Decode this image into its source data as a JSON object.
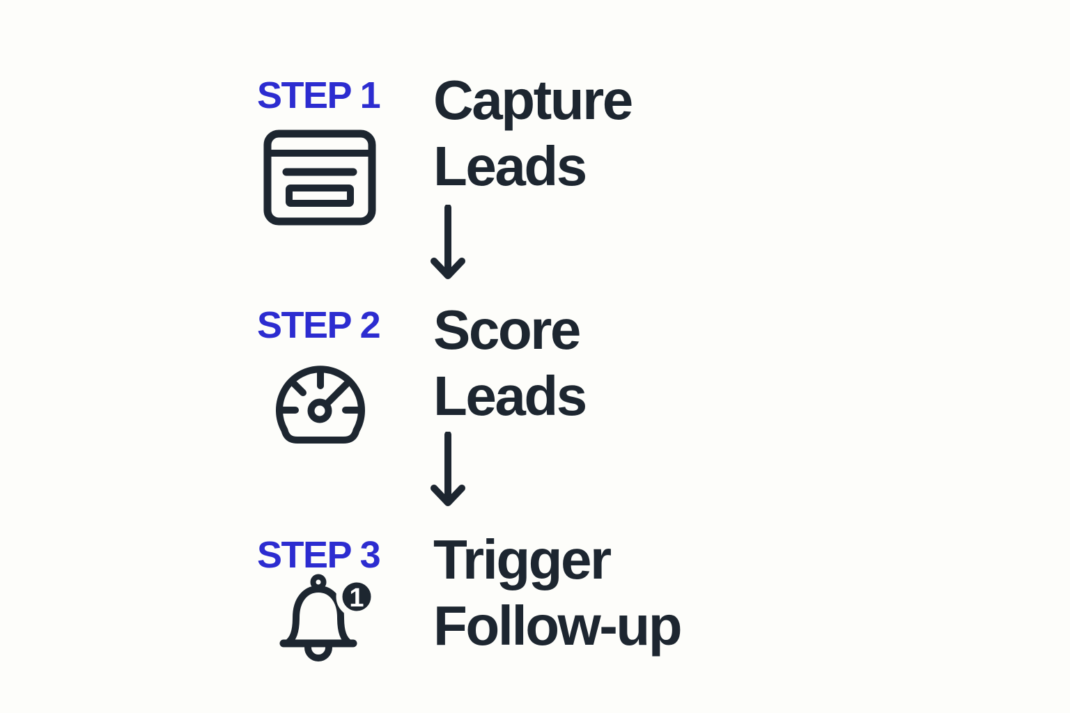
{
  "canvas": {
    "background": "#fdfdfa"
  },
  "colors": {
    "accent": "#2c2cd0",
    "ink": "#1d2630",
    "badge_text": "#ffffff"
  },
  "steps": [
    {
      "label": "STEP 1",
      "title_line1": "Capture",
      "title_line2": "Leads",
      "icon": "browser-window-form-icon"
    },
    {
      "label": "STEP 2",
      "title_line1": "Score",
      "title_line2": "Leads",
      "icon": "speedometer-icon"
    },
    {
      "label": "STEP 3",
      "title_line1": "Trigger",
      "title_line2": "Follow-up",
      "icon": "bell-notification-icon",
      "badge_count": "1"
    }
  ]
}
